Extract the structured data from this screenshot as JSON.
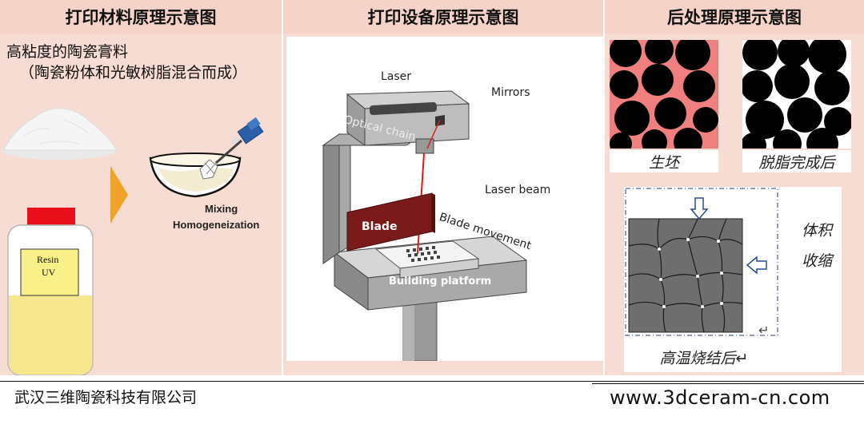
{
  "headers": {
    "material": "打印材料原理示意图",
    "equipment": "打印设备原理示意图",
    "postprocess": "后处理原理示意图"
  },
  "material": {
    "title": "高粘度的陶瓷膏料",
    "subtitle": "（陶瓷粉体和光敏树脂混合而成）",
    "mixing_label_1": "Mixing",
    "mixing_label_2": "Homogeneization",
    "resin_label_1": "Resin",
    "resin_label_2": "UV"
  },
  "equipment": {
    "laser": "Laser",
    "mirrors": "Mirrors",
    "optical_chain": "Optical chain",
    "laser_beam": "Laser beam",
    "blade": "Blade",
    "blade_movement": "Blade movement",
    "building_platform": "Building platform"
  },
  "postprocess": {
    "green_body": "生坯",
    "debinded": "脱脂完成后",
    "sintered": "高温烧结后↵",
    "volume_1": "体积",
    "volume_2": "收缩",
    "return_mark": "↵"
  },
  "footer": {
    "company": "武汉三维陶瓷科技有限公司",
    "website": "www.3dceram-cn.com"
  },
  "colors": {
    "header_bg": "#f6d3c9",
    "panel_bg": "#f7dcd4",
    "arrow_orange": "#f2a12a",
    "blade_red": "#7a1a1a",
    "green_body_bg": "#f08080",
    "lid_red": "#e8101a",
    "resin_yellow": "#f5e27a",
    "laser_red": "#d81e1e"
  }
}
